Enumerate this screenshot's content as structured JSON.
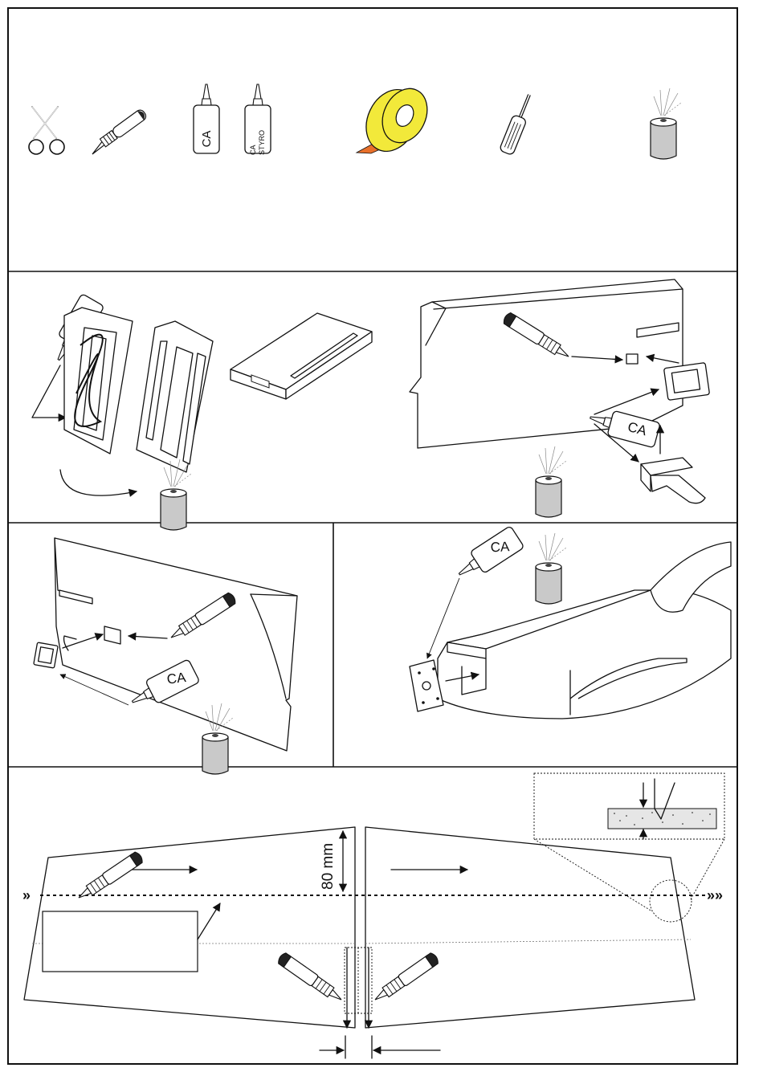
{
  "tools": {
    "ca_label": "CA",
    "ca_styro_label_line1": "CA",
    "ca_styro_label_line2": "STYRO"
  },
  "step2": {
    "ca_left": "CA",
    "ca_right": "CA"
  },
  "step3": {
    "ca_label": "CA"
  },
  "step4": {
    "ca_label": "CA"
  },
  "step5": {
    "dimension_label": "80 mm"
  },
  "colors": {
    "tape_yellow": "#f2e93a",
    "tape_orange": "#e8702a",
    "can_grey": "#c9c9c9",
    "line": "#111111"
  }
}
